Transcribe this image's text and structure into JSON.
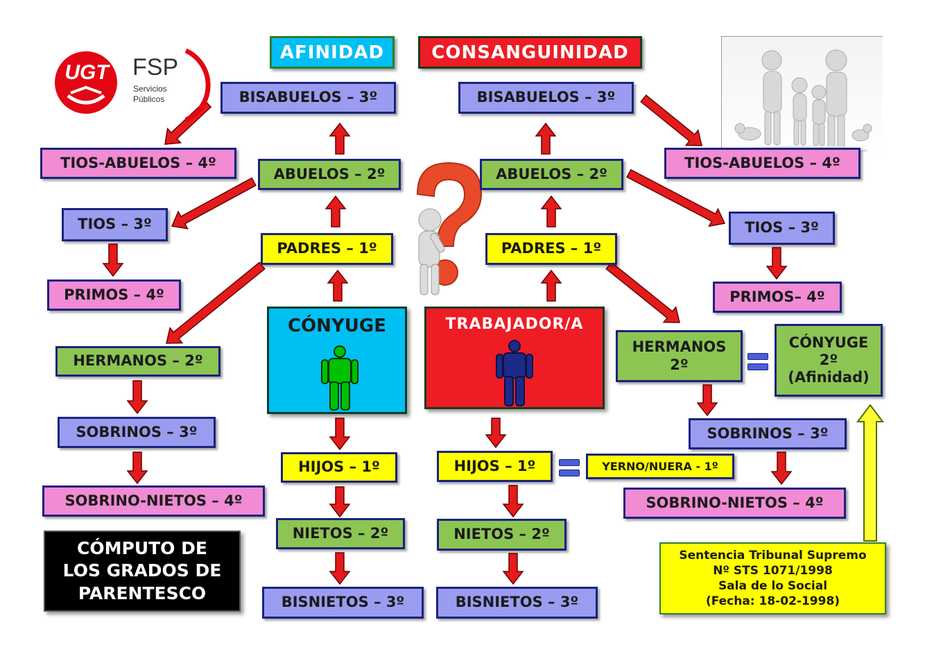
{
  "logo": {
    "ugt": "UGT",
    "fsp": "FSP",
    "sub1": "Servicios",
    "sub2": "Públicos",
    "brand_red": "#e30613"
  },
  "headers": {
    "afinidad": "AFINIDAD",
    "consanguinidad": "CONSANGUINIDAD"
  },
  "left": {
    "bisabuelos": "BISABUELOS – 3º",
    "tios_abuelos": "TIOS-ABUELOS – 4º",
    "abuelos": "ABUELOS – 2º",
    "tios": "TIOS – 3º",
    "padres": "PADRES – 1º",
    "primos": "PRIMOS – 4º",
    "hermanos": "HERMANOS – 2º",
    "sobrinos": "SOBRINOS – 3º",
    "sobrino_nietos": "SOBRINO-NIETOS – 4º",
    "hijos": "HIJOS – 1º",
    "nietos": "NIETOS – 2º",
    "bisnietos": "BISNIETOS – 3º"
  },
  "right": {
    "bisabuelos": "BISABUELOS – 3º",
    "tios_abuelos": "TIOS-ABUELOS – 4º",
    "abuelos": "ABUELOS – 2º",
    "tios": "TIOS – 3º",
    "padres": "PADRES – 1º",
    "primos": "PRIMOS– 4º",
    "hermanos_1": "HERMANOS",
    "hermanos_2": "2º",
    "conyuge_1": "CÓNYUGE",
    "conyuge_2": "2º",
    "conyuge_3": "(Afinidad)",
    "sobrinos": "SOBRINOS – 3º",
    "sobrino_nietos": "SOBRINO-NIETOS – 4º",
    "hijos": "HIJOS – 1º",
    "yerno": "YERNO/NUERA - 1º",
    "nietos": "NIETOS – 2º",
    "bisnietos": "BISNIETOS – 3º"
  },
  "center": {
    "conyuge": "CÓNYUGE",
    "trabajador": "TRABAJADOR/A"
  },
  "computo": {
    "line1": "CÓMPUTO DE",
    "line2": "LOS GRADOS DE",
    "line3": "PARENTESCO"
  },
  "sentencia": {
    "line1": "Sentencia Tribunal Supremo",
    "line2": "Nº STS 1071/1998",
    "line3": "Sala de lo Social",
    "line4": "(Fecha: 18-02-1998)"
  },
  "icons": [
    "ugt-logo-icon",
    "family-figures-icon",
    "question-mark-icon",
    "person-green-icon",
    "person-navy-icon",
    "equals-icon"
  ],
  "colors": {
    "blue_box": "#9a9cf0",
    "pink_box": "#f08bd4",
    "green_box": "#8dc553",
    "yellow_box": "#ffff00",
    "conyuge_bg": "#00bff3",
    "trabajador_bg": "#ee1c25",
    "arrow": "#e31b1b"
  }
}
